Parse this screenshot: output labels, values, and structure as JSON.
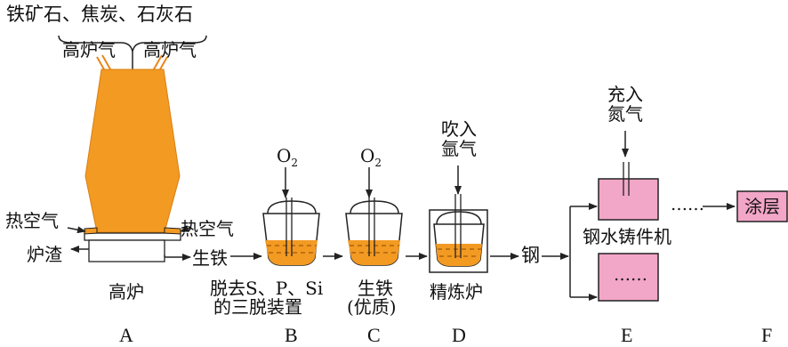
{
  "labels": {
    "raw_materials": "铁矿石、焦炭、石灰石",
    "gas_left": "高炉气",
    "gas_right": "高炉气",
    "hot_air_left": "热空气",
    "hot_air_right": "热空气",
    "slag": "炉渣",
    "pig_iron": "生铁",
    "furnace_name": "高炉",
    "oxygen_b": "O",
    "oxygen_b_sub": "2",
    "oxygen_c": "O",
    "oxygen_c_sub": "2",
    "desulfur_line1": "脱去S、P、Si",
    "desulfur_line2": "的三脱装置",
    "quality_line1": "生铁",
    "quality_line2": "(优质)",
    "argon_line1": "吹入",
    "argon_line2": "氩气",
    "refining_furnace": "精炼炉",
    "steel": "钢",
    "nitrogen_line1": "充入",
    "nitrogen_line2": "氮气",
    "caster": "钢水铸件机",
    "dots_mid": "……",
    "dots_box": "……",
    "coating": "涂层"
  },
  "stage_letters": [
    "A",
    "B",
    "C",
    "D",
    "E",
    "F"
  ],
  "colors": {
    "furnace_orange": "#F39A23",
    "caster_pink": "#F2A6C8",
    "line": "#222222"
  }
}
